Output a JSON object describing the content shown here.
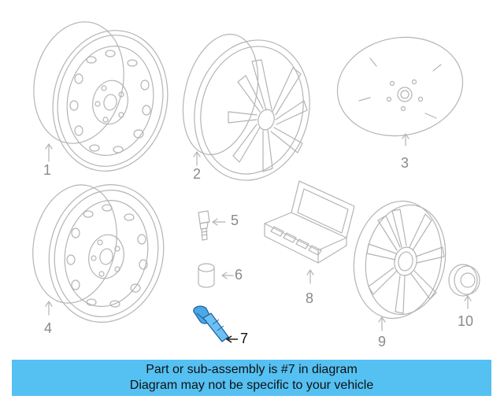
{
  "callouts": {
    "c1": "1",
    "c2": "2",
    "c3": "3",
    "c4": "4",
    "c5": "5",
    "c6": "6",
    "c7": "7",
    "c8": "8",
    "c9": "9",
    "c10": "10"
  },
  "banner": {
    "line1": "Part or sub-assembly is #7 in diagram",
    "line2": "Diagram may not be specific to your vehicle"
  },
  "colors": {
    "banner_bg": "#55c0f2",
    "highlight_part": "#4aa8e8",
    "line_art": "#b4b4b4"
  }
}
